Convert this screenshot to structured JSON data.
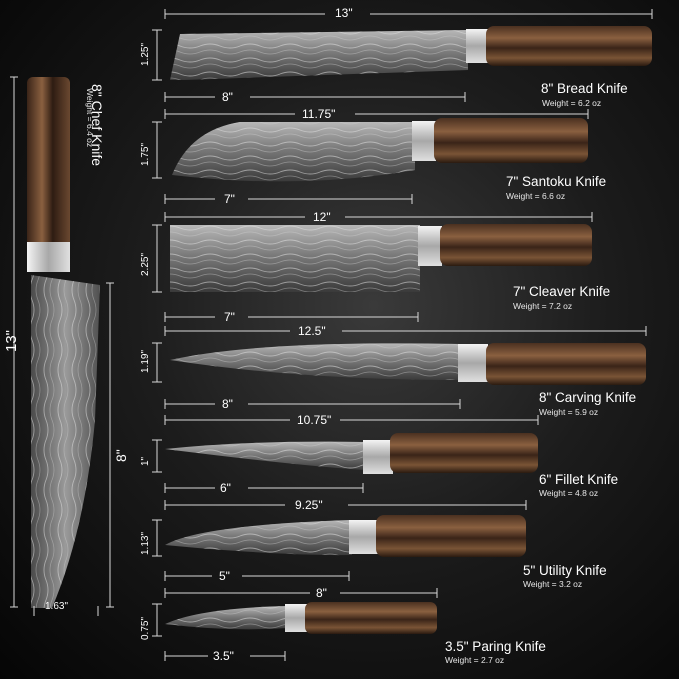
{
  "chef": {
    "name": "8\" Chef Knife",
    "weight": "Weight = 6.4 oz",
    "total": "13\"",
    "blade": "8\"",
    "width": "1.63\""
  },
  "knives": [
    {
      "name": "8\" Bread Knife",
      "weight": "Weight = 6.2 oz",
      "total": "13\"",
      "blade": "8\"",
      "height": "1.25\""
    },
    {
      "name": "7\" Santoku Knife",
      "weight": "Weight = 6.6 oz",
      "total": "11.75\"",
      "blade": "7\"",
      "height": "1.75\""
    },
    {
      "name": "7\" Cleaver Knife",
      "weight": "Weight = 7.2 oz",
      "total": "12\"",
      "blade": "7\"",
      "height": "2.25\""
    },
    {
      "name": "8\" Carving Knife",
      "weight": "Weight = 5.9 oz",
      "total": "12.5\"",
      "blade": "8\"",
      "height": "1.19\""
    },
    {
      "name": "6\" Fillet Knife",
      "weight": "Weight = 4.8 oz",
      "total": "10.75\"",
      "blade": "6\"",
      "height": "1\""
    },
    {
      "name": "5\" Utility Knife",
      "weight": "Weight = 3.2 oz",
      "total": "9.25\"",
      "blade": "5\"",
      "height": "1.13\""
    },
    {
      "name": "3.5\" Paring Knife",
      "weight": "Weight = 2.7 oz",
      "total": "8\"",
      "blade": "3.5\"",
      "height": "0.75\""
    }
  ],
  "colors": {
    "handle": "#6b4a36",
    "blade": "#8c8c8c",
    "bolster": "#e6e6e6",
    "background": "#141414"
  }
}
